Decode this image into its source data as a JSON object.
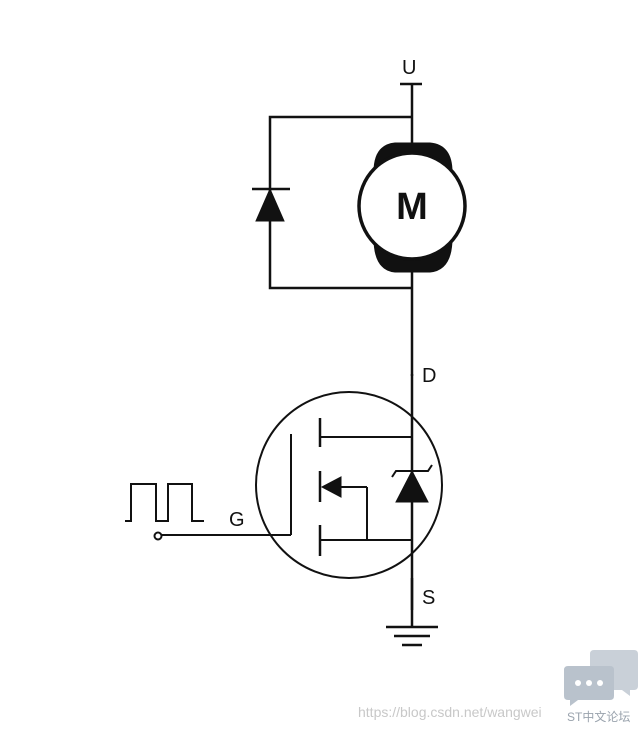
{
  "labels": {
    "supply": "U",
    "motor": "M",
    "drain": "D",
    "gate": "G",
    "source": "S"
  },
  "components": {
    "motor": "motor",
    "flyback_diode": "diode",
    "mosfet": "n-channel-mosfet",
    "body_diode": "zener-diode",
    "ground": "ground",
    "gate_signal": "square-wave-pwm"
  },
  "watermark": {
    "url": "https://blog.csdn.net/wangwei",
    "forum": "ST中文论坛"
  },
  "colors": {
    "line": "#111111",
    "background": "#ffffff",
    "watermark": "#c8c8c8",
    "badge": "#b9c2cc"
  }
}
